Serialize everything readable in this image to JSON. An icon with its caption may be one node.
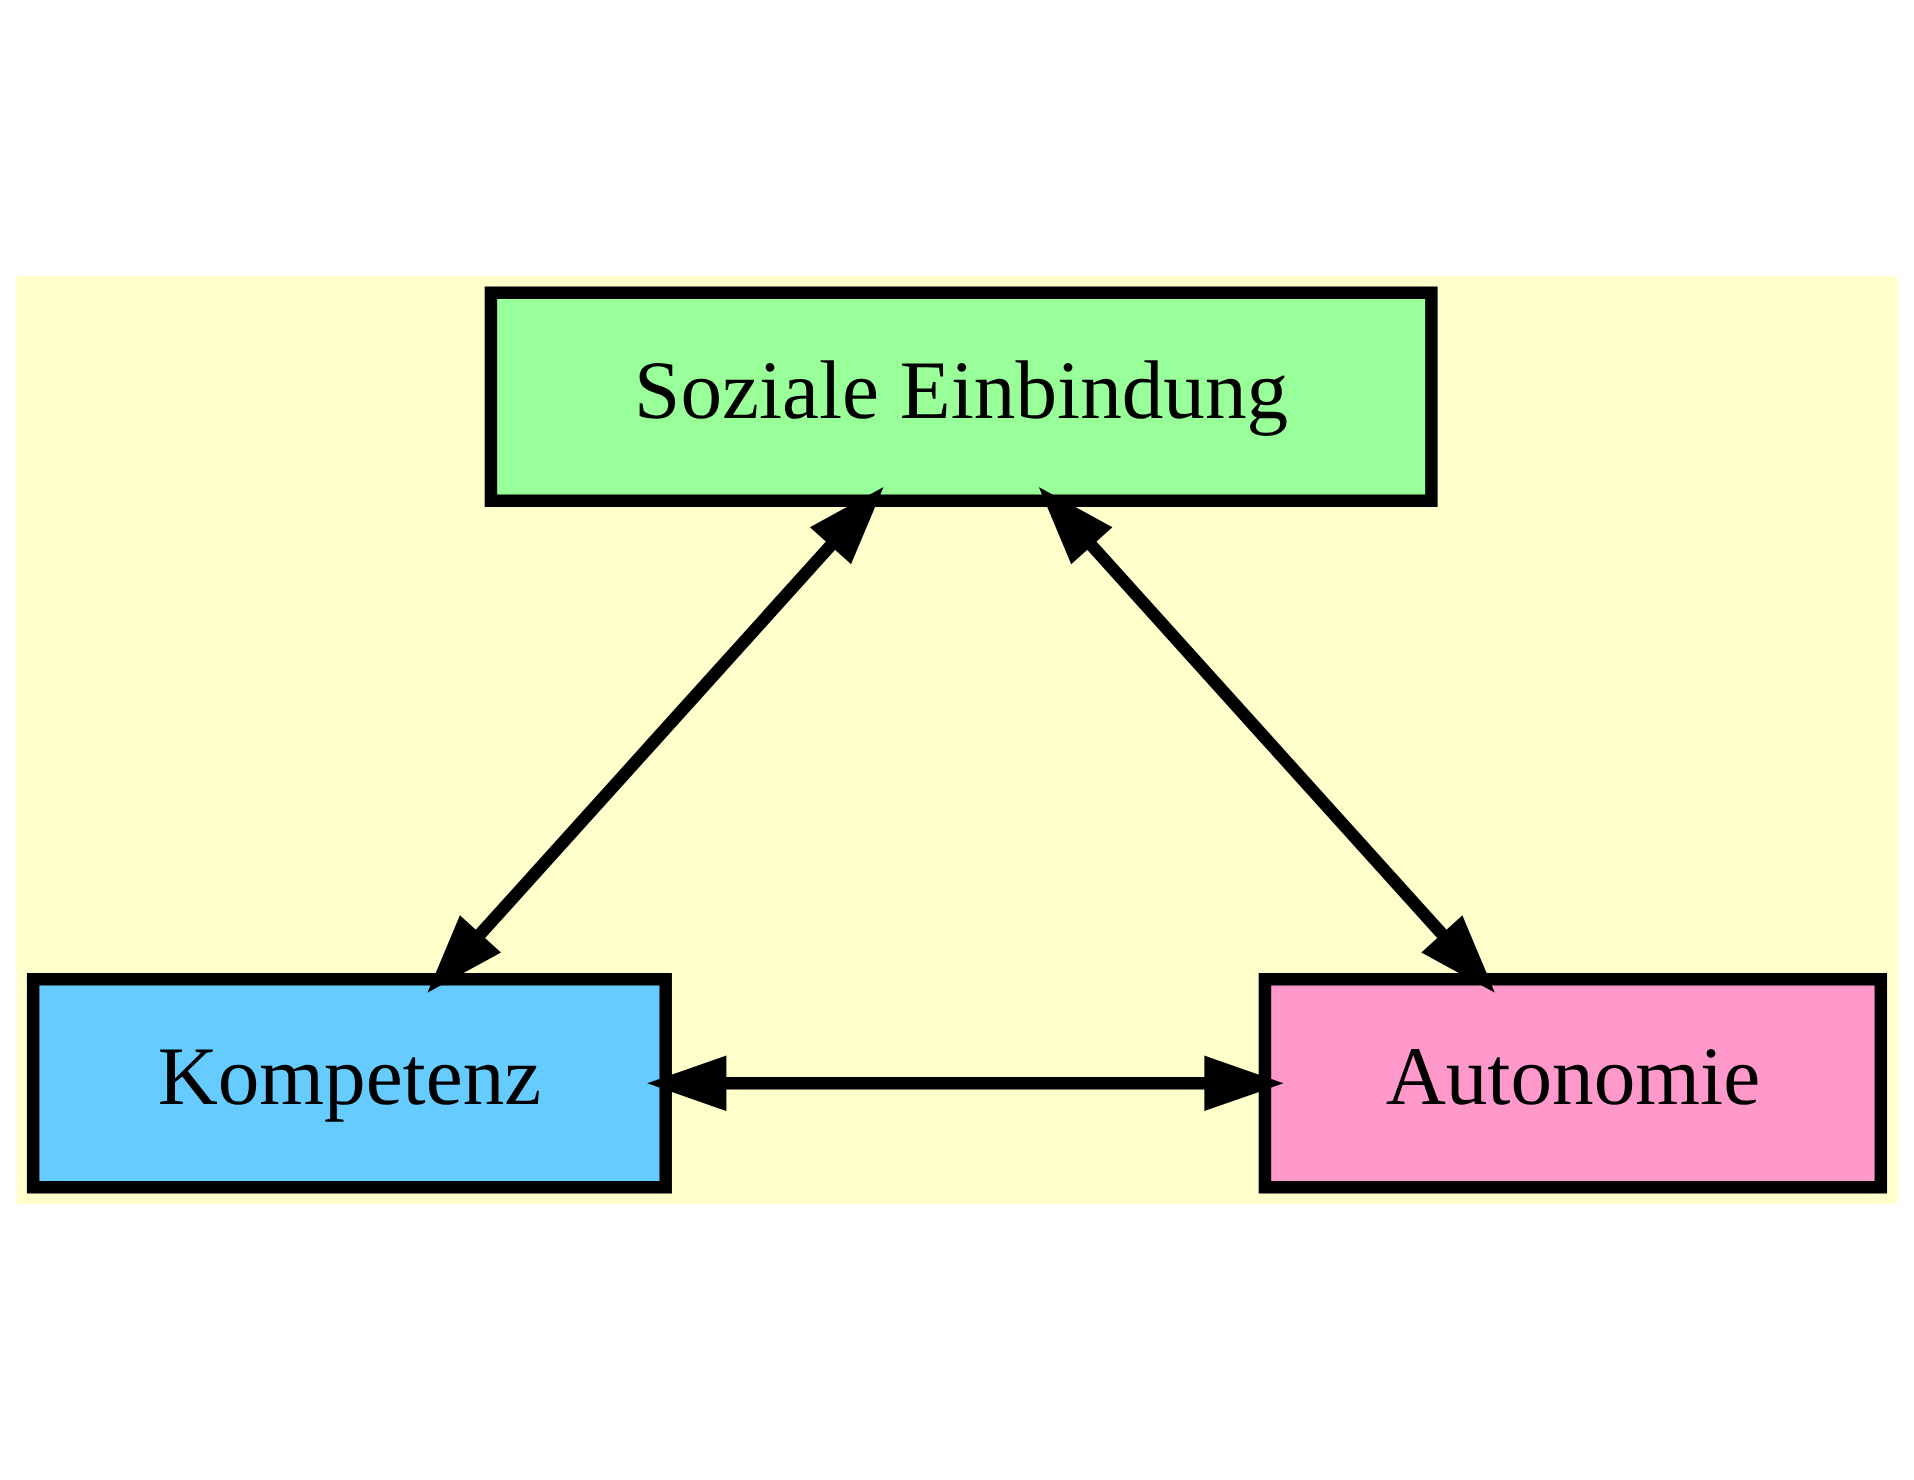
{
  "diagram": {
    "nodes": [
      {
        "text": [
          "Soziale Einbindung"
        ]
      },
      {
        "text": [
          "Kompetenz"
        ]
      },
      {
        "text": [
          "Autonomie"
        ]
      }
    ],
    "edges": [
      {
        "from": 0,
        "to": 1,
        "arrow": "both"
      },
      {
        "from": 0,
        "to": 2,
        "arrow": "both"
      },
      {
        "from": 1,
        "to": 2,
        "arrow": "both"
      }
    ]
  }
}
